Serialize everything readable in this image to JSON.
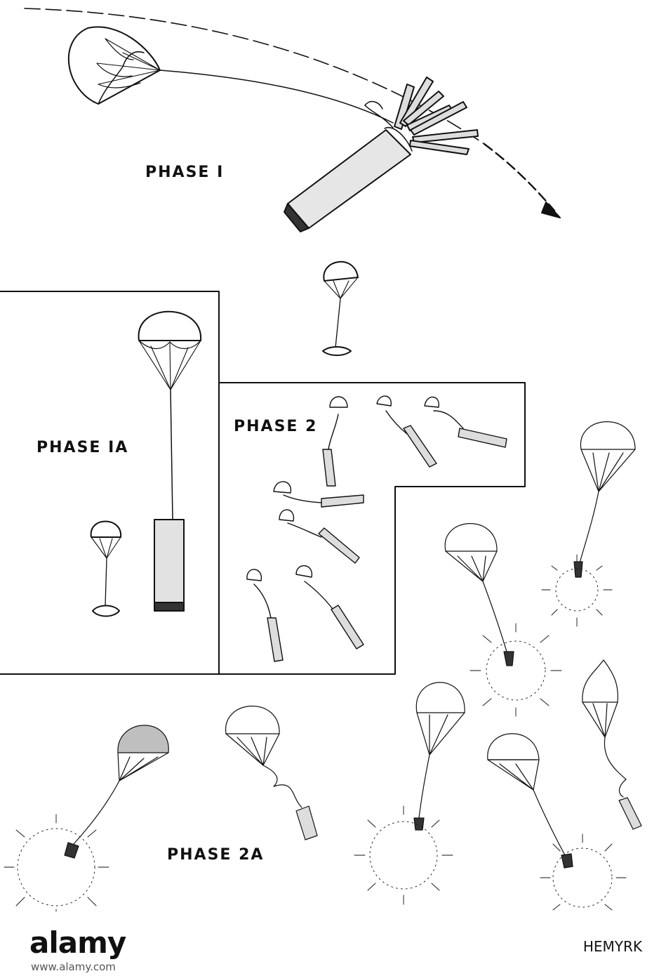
{
  "labels": {
    "phase1": "PHASE  I",
    "phase1a": "PHASE  IA",
    "phase2": "PHASE  2",
    "phase2a": "PHASE  2A"
  },
  "footer": {
    "brand": "alamy",
    "stock_code": "HEMYRK",
    "site_url": "www.alamy.com"
  },
  "colors": {
    "ink": "#111111",
    "paper": "#ffffff",
    "canopy_shade": "#bfbfbf"
  }
}
